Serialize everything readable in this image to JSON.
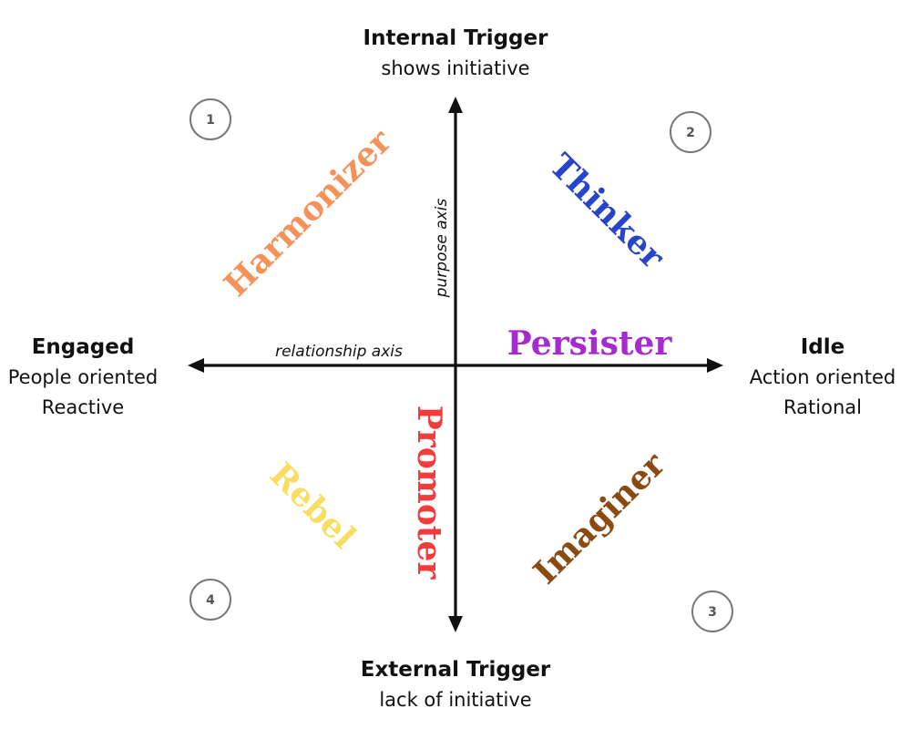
{
  "axes": {
    "top": {
      "title": "Internal Trigger",
      "subtitle": "shows initiative"
    },
    "bottom": {
      "title": "External Trigger",
      "subtitle": "lack of initiative"
    },
    "left": {
      "title": "Engaged",
      "line1": "People oriented",
      "line2": "Reactive"
    },
    "right": {
      "title": "Idle",
      "line1": "Action oriented",
      "line2": "Rational"
    },
    "vertical_axis_label": "purpose axis",
    "horizontal_axis_label": "relationship axis"
  },
  "quadrants": [
    "1",
    "2",
    "3",
    "4"
  ],
  "types": [
    {
      "name": "Harmonizer",
      "color": "#f5925a"
    },
    {
      "name": "Thinker",
      "color": "#2745c8"
    },
    {
      "name": "Persister",
      "color": "#a52bd0"
    },
    {
      "name": "Promoter",
      "color": "#f23c3c"
    },
    {
      "name": "Rebel",
      "color": "#f9dd62"
    },
    {
      "name": "Imaginer",
      "color": "#8a4a10"
    }
  ]
}
